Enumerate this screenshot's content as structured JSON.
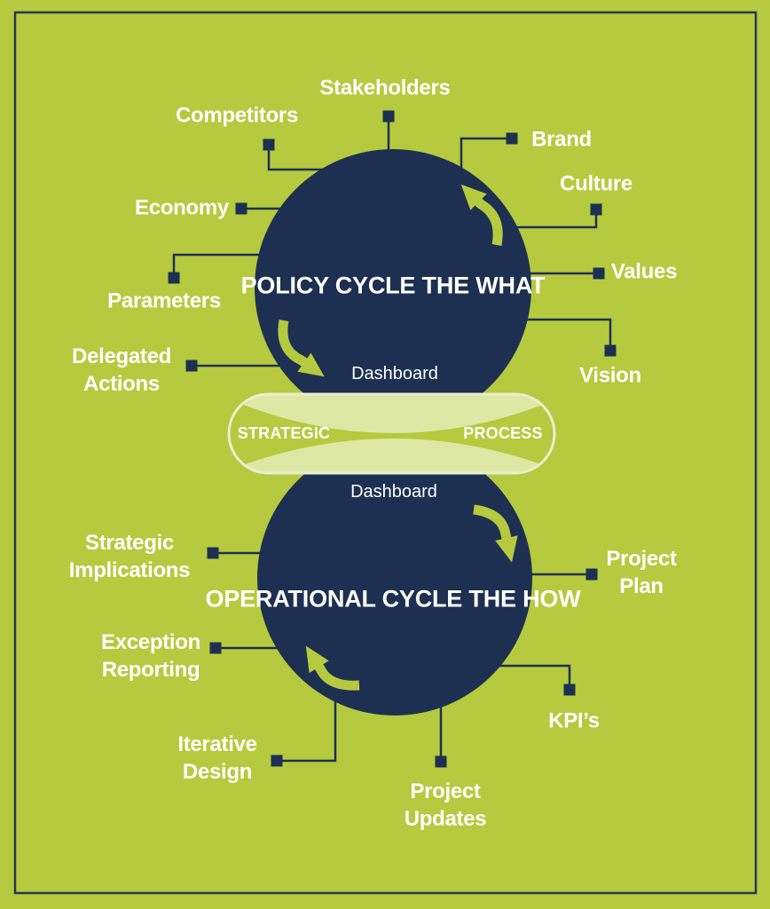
{
  "colors": {
    "background": "#b5ca3e",
    "circle_fill": "#1d3051",
    "halo_fill": "#dde8a5",
    "band_border": "#e9efce",
    "connector": "#1d3051",
    "frame": "#253751",
    "arrow": "#b5ca3e",
    "text": "#ffffff"
  },
  "center_band": {
    "left_label": "STRATEGIC",
    "right_label": "PROCESS"
  },
  "top_cycle": {
    "title": [
      "POLICY CYCLE",
      "THE WHAT"
    ],
    "dashboard_label": "Dashboard",
    "labels": {
      "stakeholders": "Stakeholders",
      "competitors": "Competitors",
      "brand": "Brand",
      "culture": "Culture",
      "economy": "Economy",
      "values": "Values",
      "parameters": "Parameters",
      "vision": "Vision",
      "delegated_actions": [
        "Delegated",
        "Actions"
      ]
    }
  },
  "bottom_cycle": {
    "title": [
      "OPERATIONAL CYCLE",
      "THE HOW"
    ],
    "dashboard_label": "Dashboard",
    "labels": {
      "strategic_implications": [
        "Strategic",
        "Implications"
      ],
      "project_plan": [
        "Project",
        "Plan"
      ],
      "exception_reporting": [
        "Exception",
        "Reporting"
      ],
      "kpis": "KPI’s",
      "iterative_design": [
        "Iterative",
        "Design"
      ],
      "project_updates": [
        "Project",
        "Updates"
      ]
    }
  }
}
